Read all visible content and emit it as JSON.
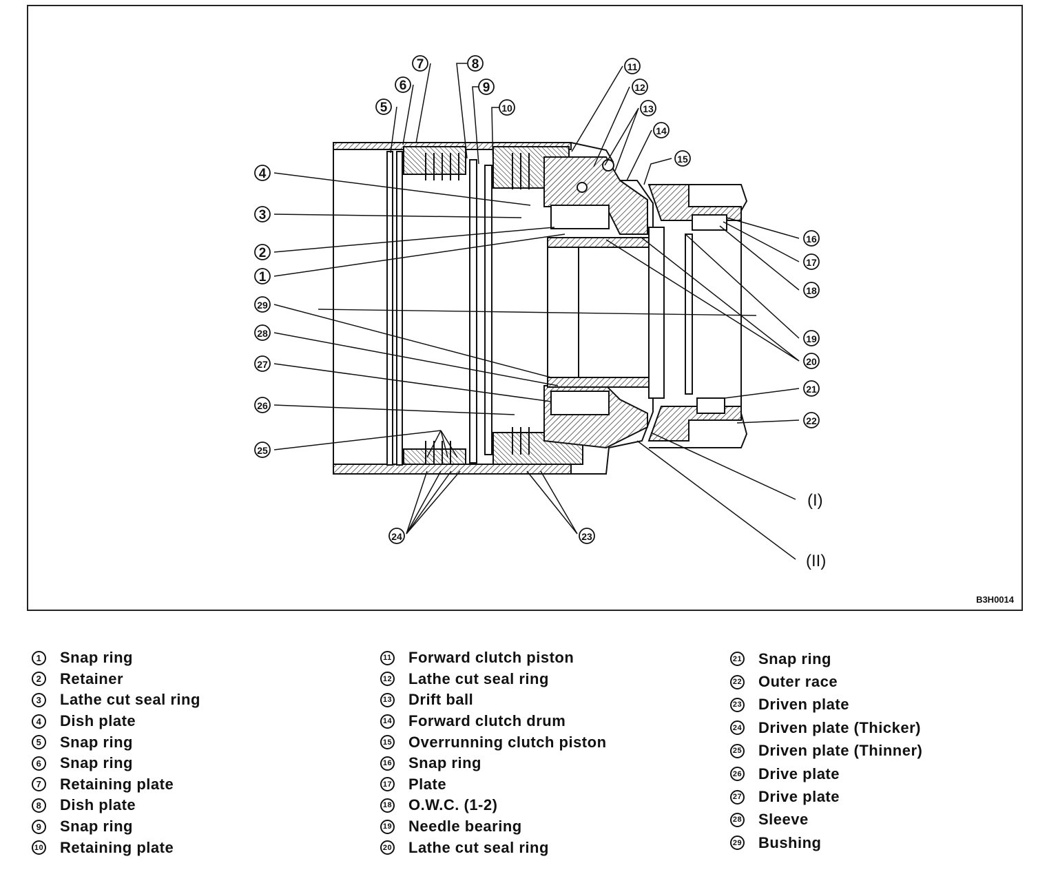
{
  "figure": {
    "code": "B3H0014",
    "callouts": [
      "1",
      "2",
      "3",
      "4",
      "5",
      "6",
      "7",
      "8",
      "9",
      "10",
      "11",
      "12",
      "13",
      "14",
      "15",
      "16",
      "17",
      "18",
      "19",
      "20",
      "21",
      "22",
      "23",
      "24",
      "25",
      "26",
      "27",
      "28",
      "29"
    ],
    "sections": [
      "(I)",
      "(II)"
    ]
  },
  "legend": {
    "columns": [
      [
        {
          "num": "1",
          "label": "Snap ring"
        },
        {
          "num": "2",
          "label": "Retainer"
        },
        {
          "num": "3",
          "label": "Lathe cut seal ring"
        },
        {
          "num": "4",
          "label": "Dish plate"
        },
        {
          "num": "5",
          "label": "Snap ring"
        },
        {
          "num": "6",
          "label": "Snap ring"
        },
        {
          "num": "7",
          "label": "Retaining plate"
        },
        {
          "num": "8",
          "label": "Dish plate"
        },
        {
          "num": "9",
          "label": "Snap ring"
        },
        {
          "num": "10",
          "label": "Retaining plate"
        }
      ],
      [
        {
          "num": "11",
          "label": "Forward clutch piston"
        },
        {
          "num": "12",
          "label": "Lathe cut seal ring"
        },
        {
          "num": "13",
          "label": "Drift ball"
        },
        {
          "num": "14",
          "label": "Forward clutch drum"
        },
        {
          "num": "15",
          "label": "Overrunning clutch piston"
        },
        {
          "num": "16",
          "label": "Snap ring"
        },
        {
          "num": "17",
          "label": "Plate"
        },
        {
          "num": "18",
          "label": "O.W.C. (1-2)"
        },
        {
          "num": "19",
          "label": "Needle bearing"
        },
        {
          "num": "20",
          "label": "Lathe cut seal ring"
        }
      ],
      [
        {
          "num": "21",
          "label": "Snap ring"
        },
        {
          "num": "22",
          "label": "Outer race"
        },
        {
          "num": "23",
          "label": "Driven plate"
        },
        {
          "num": "24",
          "label": "Driven plate (Thicker)"
        },
        {
          "num": "25",
          "label": "Driven plate (Thinner)"
        },
        {
          "num": "26",
          "label": "Drive plate"
        },
        {
          "num": "27",
          "label": "Drive plate"
        },
        {
          "num": "28",
          "label": "Sleeve"
        },
        {
          "num": "29",
          "label": "Bushing"
        }
      ]
    ]
  }
}
